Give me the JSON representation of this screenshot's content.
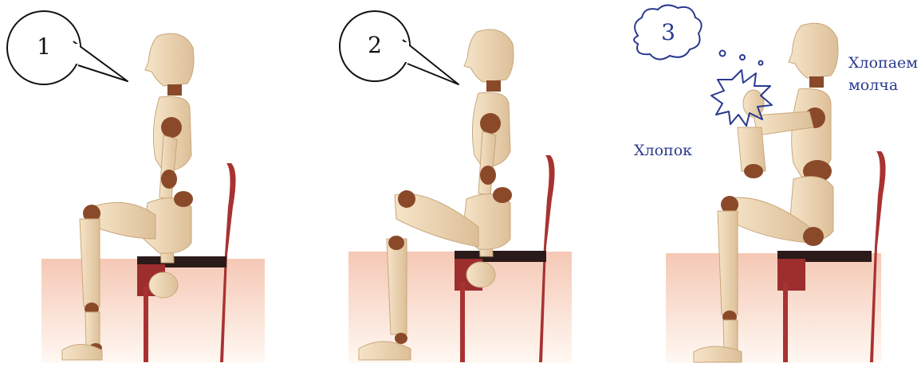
{
  "panels": [
    {
      "number": "1"
    },
    {
      "number": "2"
    },
    {
      "number": "3",
      "label_clap": "Хлопок",
      "label_silent_line1": "Хлопаем",
      "label_silent_line2": "молча"
    }
  ],
  "colors": {
    "wood": "#efd9b8",
    "joint": "#8a4a2a",
    "chair": "#a83232",
    "floor": "#f7ddd0",
    "text_blue": "#2a3a8f"
  }
}
